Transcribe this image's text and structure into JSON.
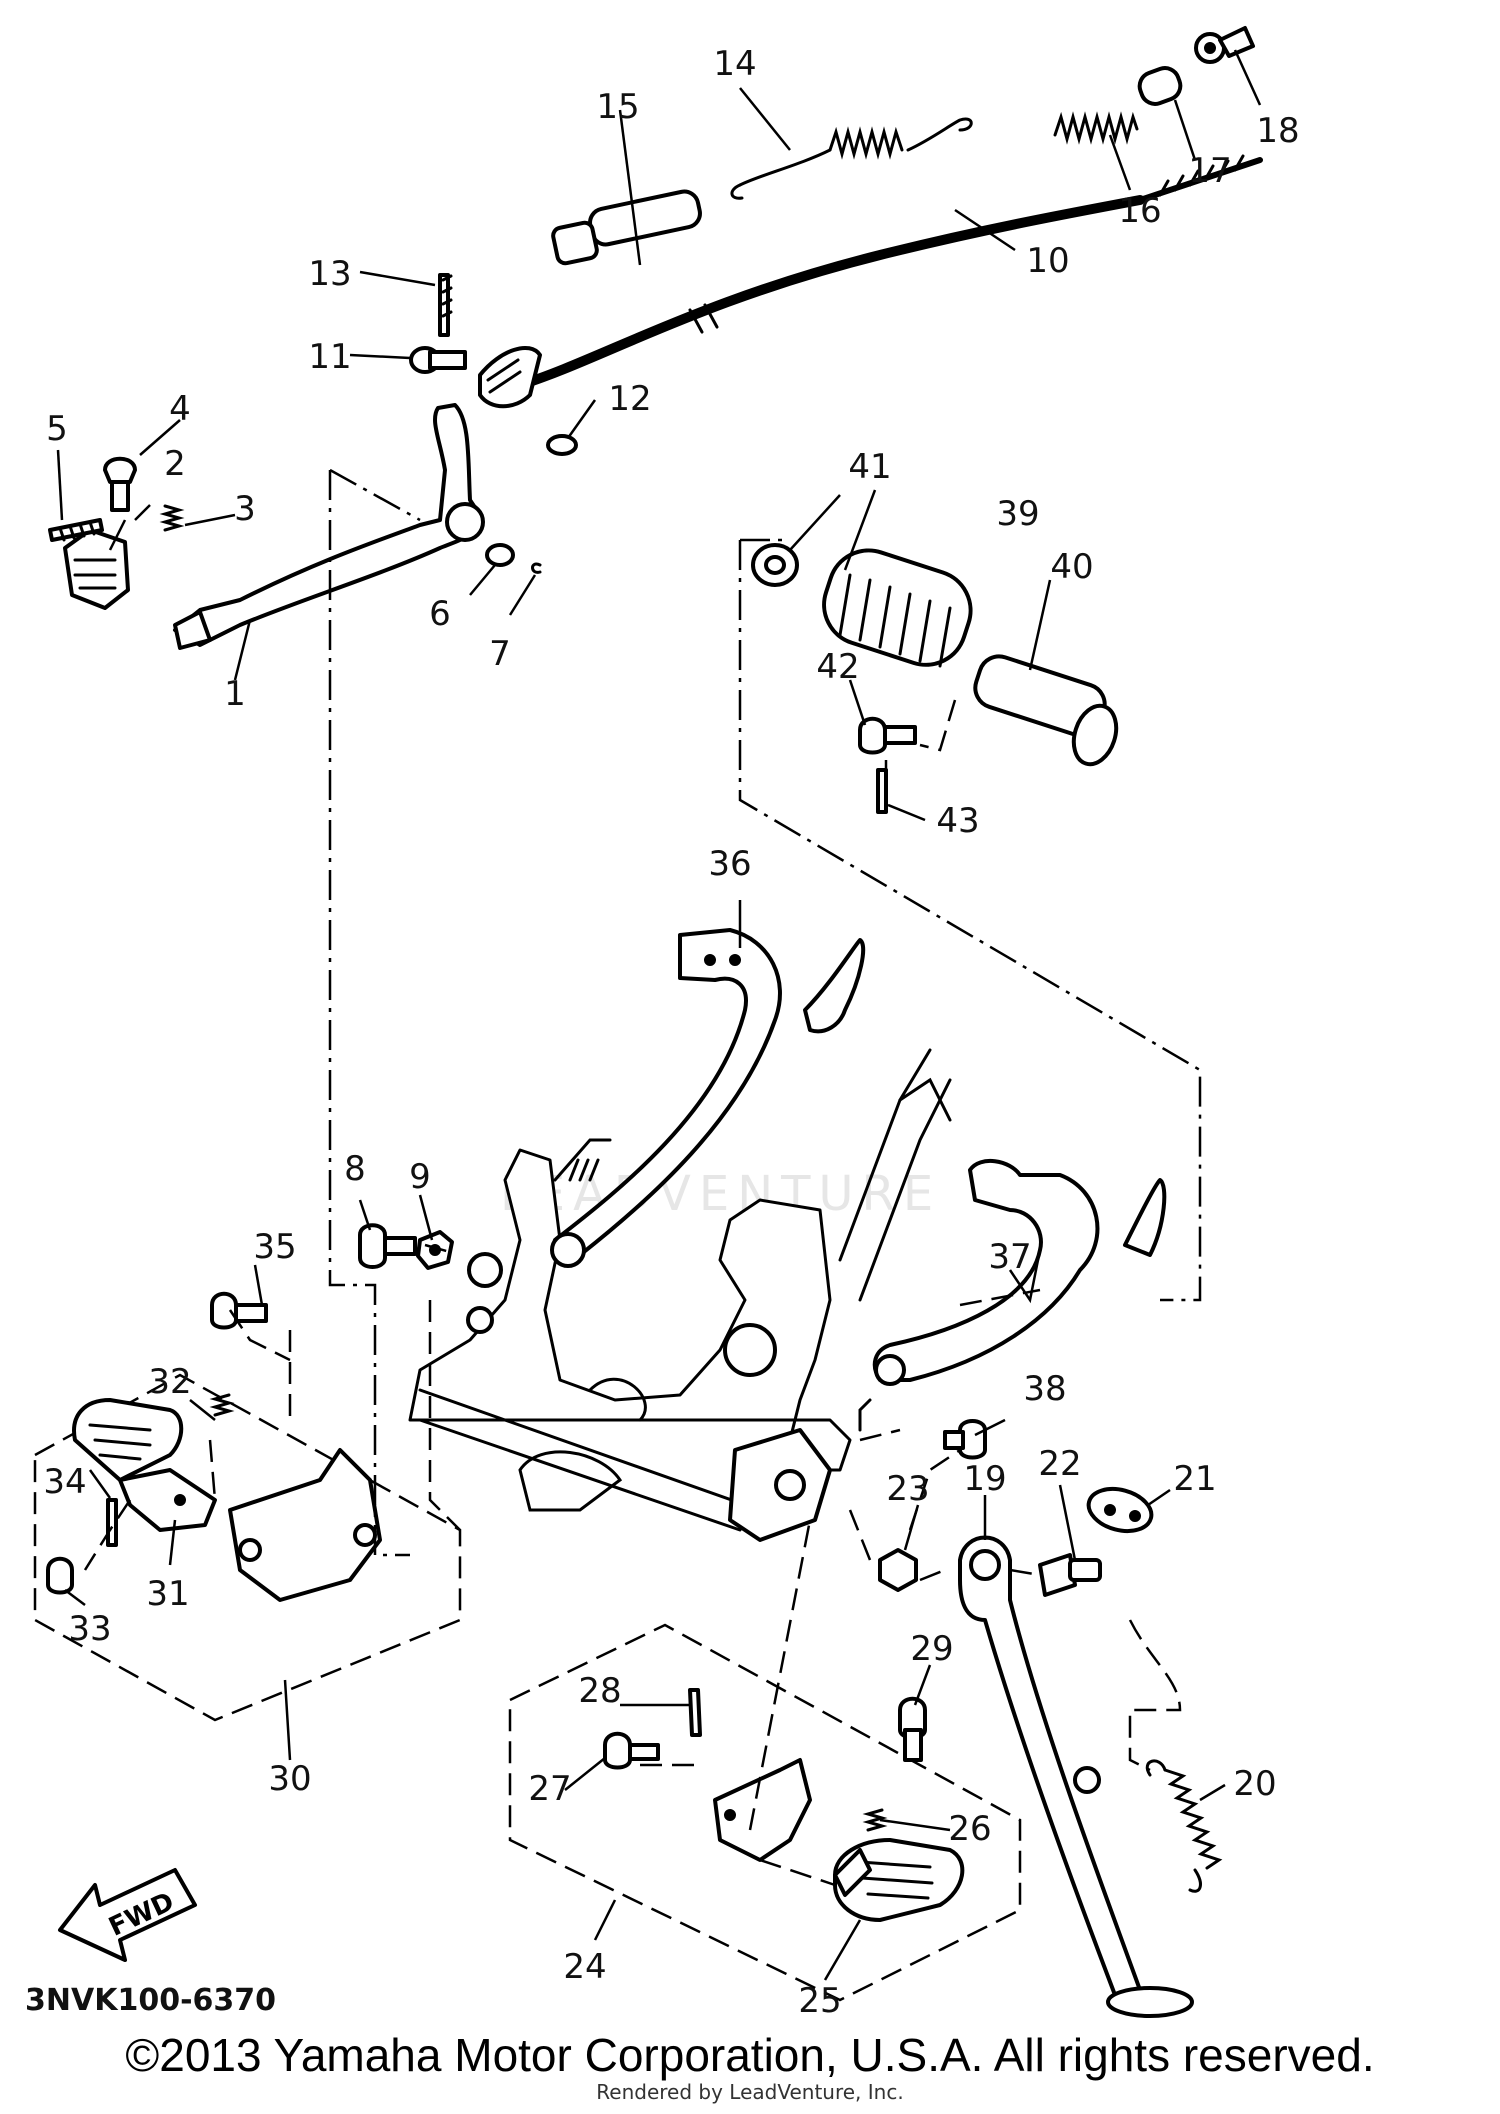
{
  "diagram": {
    "code": "3NVK100-6370",
    "fwd_label": "FWD",
    "watermark": "LEADVENTURE",
    "copyright": "©2013 Yamaha Motor Corporation, U.S.A. All rights reserved.",
    "rendered_by": "Rendered by LeadVenture, Inc.",
    "callouts": [
      "1",
      "2",
      "3",
      "4",
      "5",
      "6",
      "7",
      "8",
      "9",
      "10",
      "11",
      "12",
      "13",
      "14",
      "15",
      "16",
      "17",
      "18",
      "19",
      "20",
      "21",
      "22",
      "23",
      "24",
      "25",
      "26",
      "27",
      "28",
      "29",
      "30",
      "31",
      "32",
      "33",
      "34",
      "35",
      "36",
      "37",
      "38",
      "39",
      "40",
      "41",
      "42",
      "43"
    ]
  }
}
